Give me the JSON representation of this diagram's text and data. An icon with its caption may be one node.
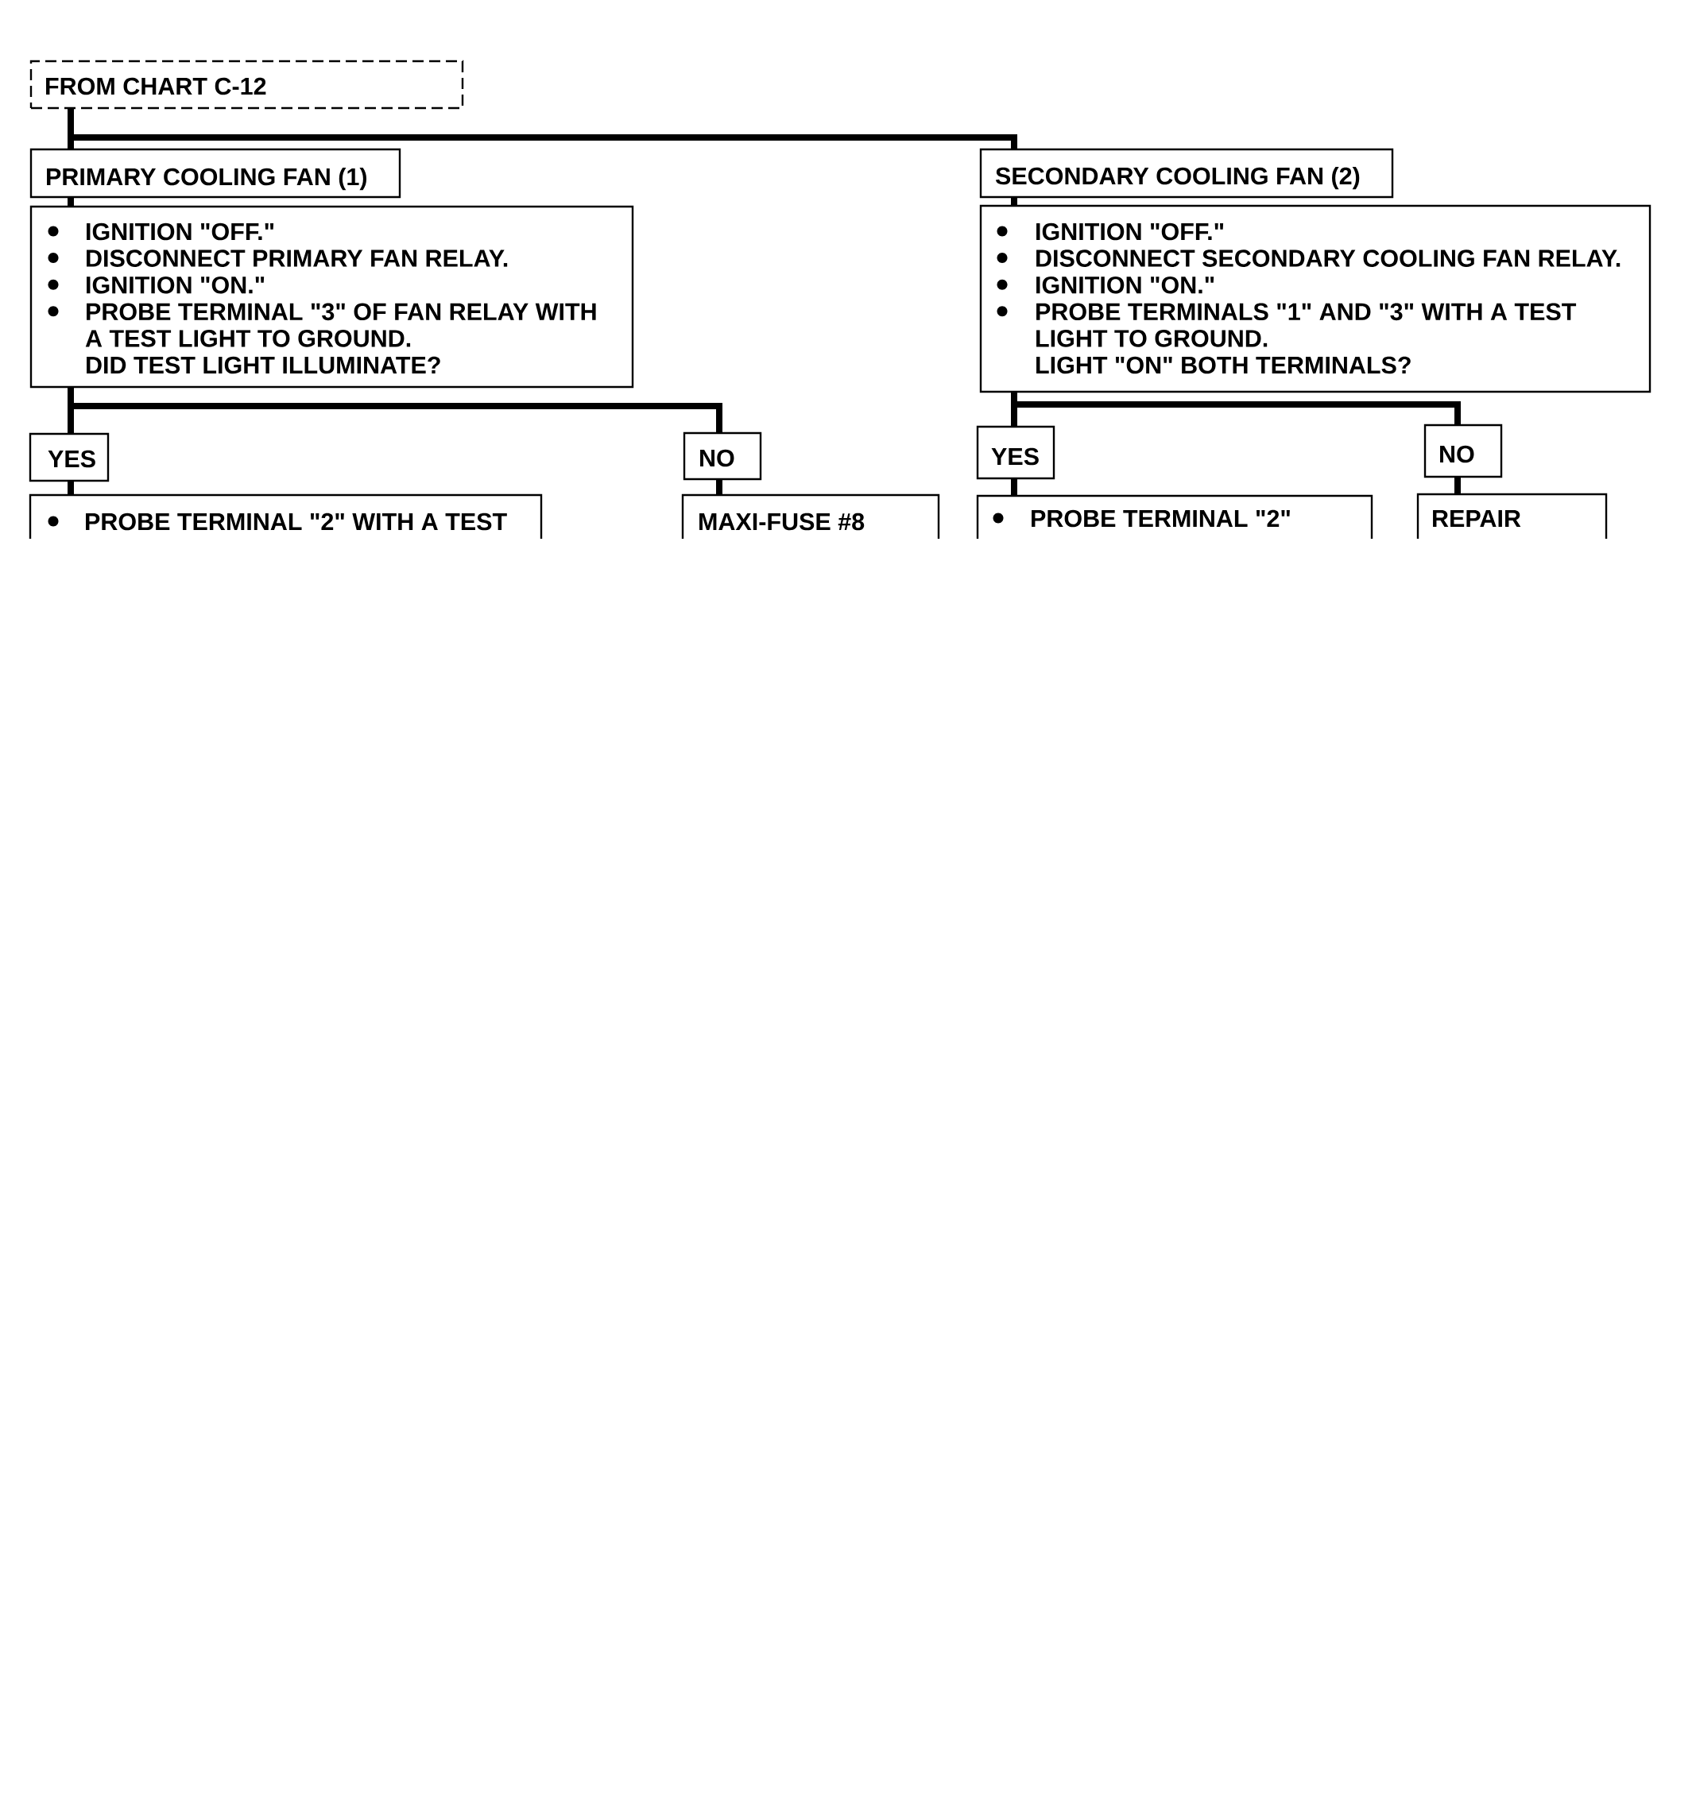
{
  "diagram": {
    "nodes": [
      {
        "text": [
          "FROM CHART C-12"
        ]
      },
      {
        "text": [
          "PRIMARY COOLING FAN (1)"
        ]
      },
      {
        "text": [
          "IGNITION \"OFF.\"",
          "DISCONNECT PRIMARY FAN RELAY.",
          "IGNITION \"ON.\"",
          "PROBE TERMINAL \"3\" OF FAN RELAY WITH A TEST LIGHT TO GROUND.",
          "DID TEST LIGHT ILLUMINATE?"
        ]
      },
      {
        "text": [
          "YES"
        ]
      },
      {
        "text": [
          "NO"
        ]
      },
      {
        "text": [
          "PROBE TERMINAL \"2\" WITH A TEST"
        ]
      },
      {
        "text": [
          "MAXI-FUSE #8"
        ]
      },
      {
        "text": [
          "SECONDARY COOLING FAN (2)"
        ]
      },
      {
        "text": [
          "IGNITION \"OFF.\"",
          "DISCONNECT SECONDARY COOLING FAN RELAY.",
          "IGNITION \"ON.\"",
          "PROBE TERMINALS \"1\" AND \"3\" WITH A TEST LIGHT TO GROUND.",
          "LIGHT \"ON\" BOTH TERMINALS?"
        ]
      },
      {
        "text": [
          "YES"
        ]
      },
      {
        "text": [
          "NO"
        ]
      },
      {
        "text": [
          "PROBE TERMINAL \"2\""
        ]
      },
      {
        "text": [
          "REPAIR"
        ]
      }
    ],
    "edges": [
      {
        "from": 0,
        "to": 1,
        "arrow": "none"
      },
      {
        "from": 0,
        "to": 7,
        "arrow": "none"
      },
      {
        "from": 1,
        "to": 2,
        "arrow": "none"
      },
      {
        "from": 2,
        "to": 3,
        "arrow": "none"
      },
      {
        "from": 2,
        "to": 4,
        "arrow": "none"
      },
      {
        "from": 3,
        "to": 5,
        "arrow": "none"
      },
      {
        "from": 4,
        "to": 6,
        "arrow": "none"
      },
      {
        "from": 7,
        "to": 8,
        "arrow": "none"
      },
      {
        "from": 8,
        "to": 9,
        "arrow": "none"
      },
      {
        "from": 8,
        "to": 10,
        "arrow": "none"
      },
      {
        "from": 9,
        "to": 11,
        "arrow": "none"
      },
      {
        "from": 10,
        "to": 12,
        "arrow": "none"
      }
    ]
  }
}
